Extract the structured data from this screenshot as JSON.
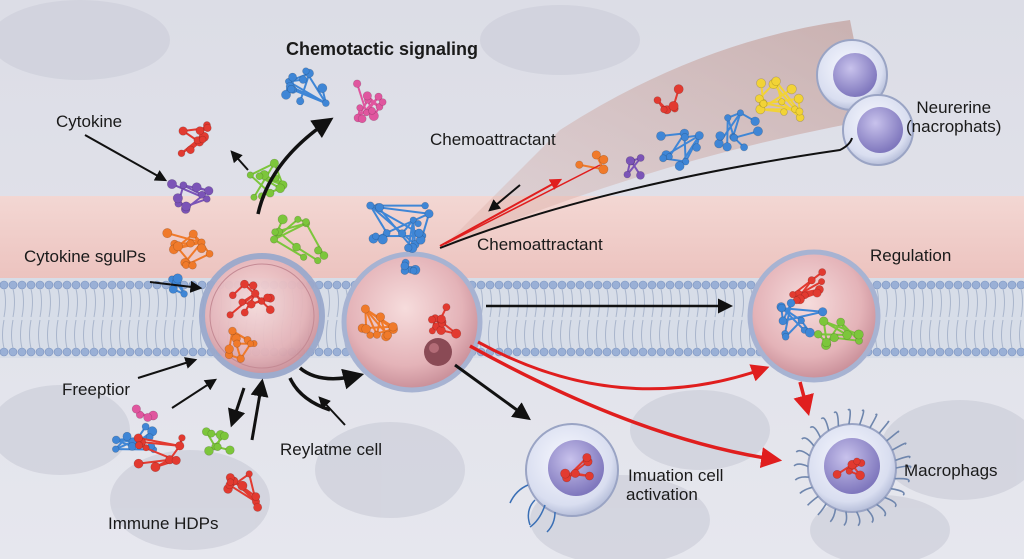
{
  "title": "Chemotactic signaling",
  "labels": {
    "cytokine": "Cytokine",
    "cytokine_signals": "Cytokine sgulPs",
    "freeptior": "Freeptior",
    "immune_hdps": "Immune HDPs",
    "reylatme_cell": "Reylatme cell",
    "chemoattractant_top": "Chemoattractant",
    "chemoattractant_mid": "Chemoattractant",
    "neurerine_line1": "Neurerine",
    "neurerine_line2": "(nacrophats)",
    "regulation": "Regulation",
    "imuation_line1": "Imuation cell",
    "imuation_line2": "activation",
    "macrophags": "Macrophags"
  },
  "colors": {
    "membrane_pink": "#f0c8c4",
    "bilayer_blue": "#9ab0d6",
    "cell_fill": "#e7b9bd",
    "immune_cell": "#dfe3f2",
    "nucleus": "#8f86c4",
    "arrow_black": "#111111",
    "arrow_red": "#e01e1e",
    "molecule_red": "#e23a30",
    "molecule_blue": "#3f86d6",
    "molecule_green": "#7cc63b",
    "molecule_orange": "#f07a2a",
    "molecule_purple": "#7b54b7",
    "molecule_pink": "#e0569f",
    "molecule_yellow": "#f2d336"
  },
  "icons": [
    "cell-icon",
    "molecule-cluster-icon",
    "membrane-bilayer-icon",
    "immune-cell-icon",
    "macrophage-icon"
  ]
}
